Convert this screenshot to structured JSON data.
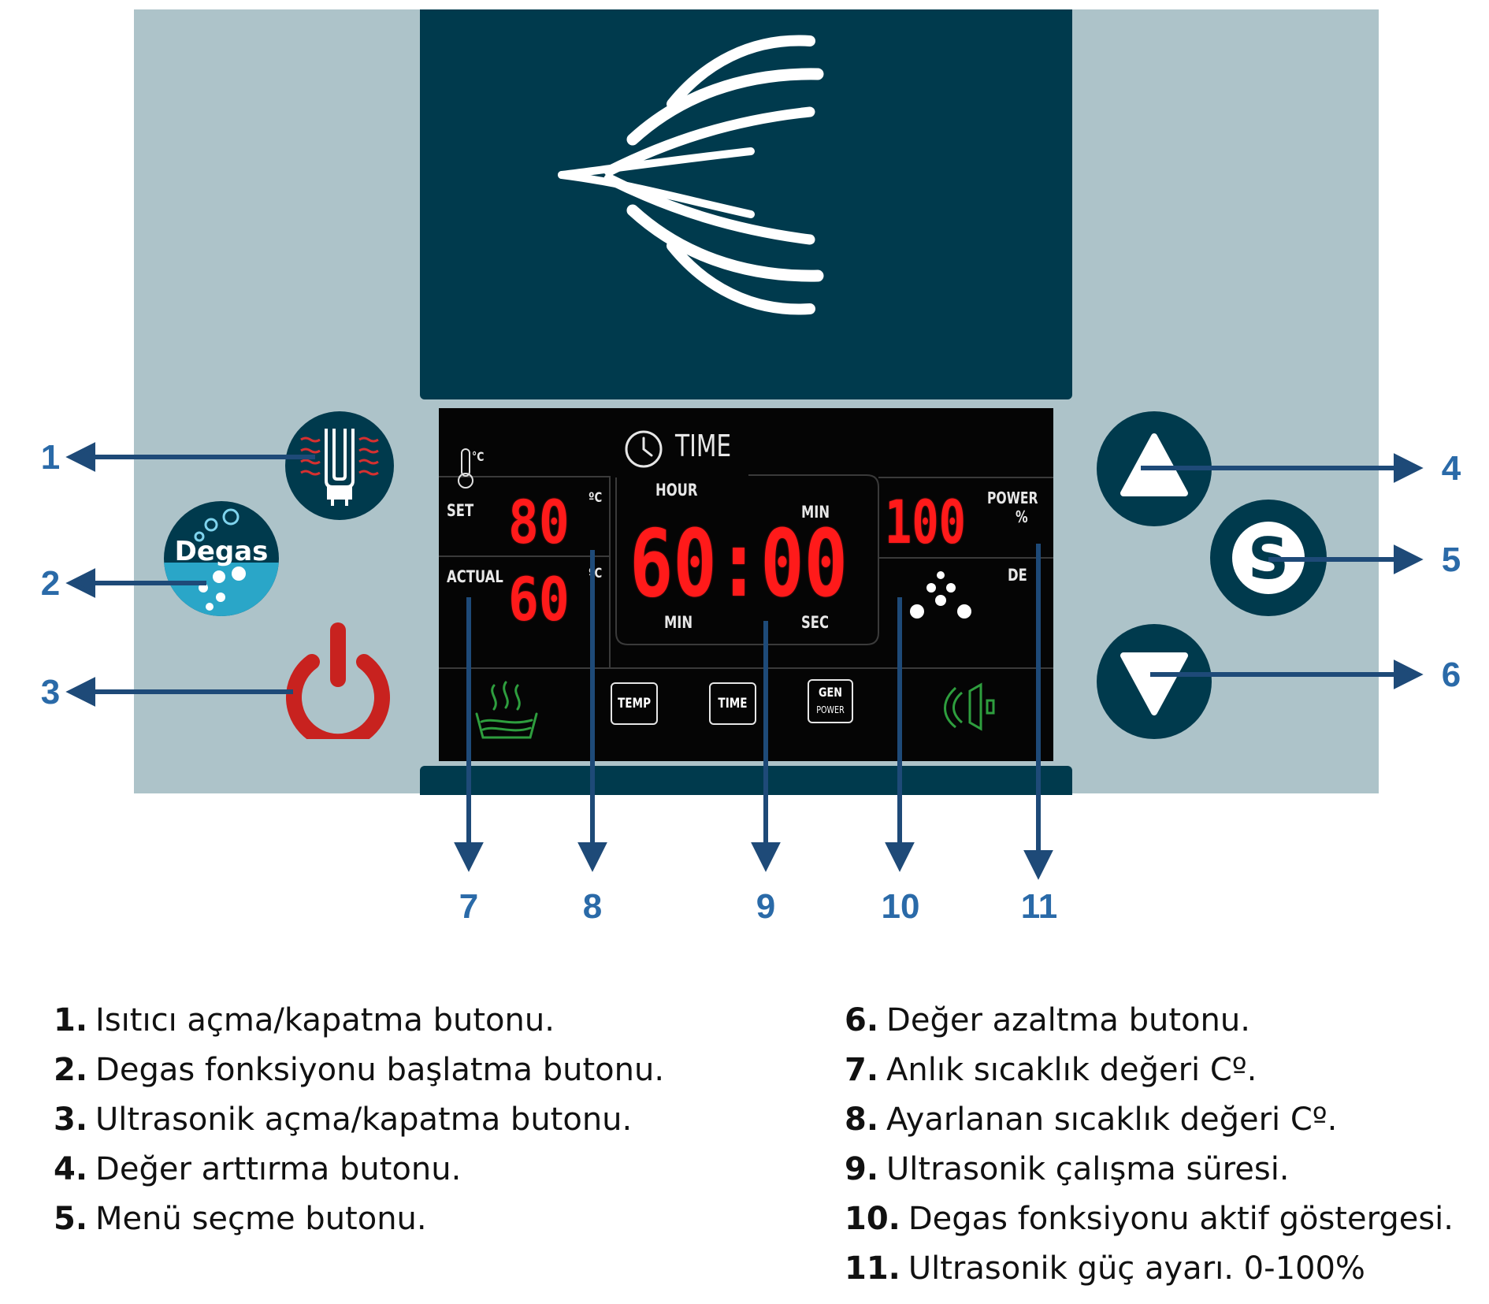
{
  "display": {
    "time_title": "TIME",
    "set_label": "SET",
    "actual_label": "ACTUAL",
    "set_unit": "ºC",
    "actual_unit": "ºC",
    "thermo_unit": "°C",
    "set_value": "80",
    "actual_value": "60",
    "time_value": "60:00",
    "time_top_left": "HOUR",
    "time_top_right": "MIN",
    "time_bottom_left": "MIN",
    "time_bottom_right": "SEC",
    "power_value": "100",
    "power_label": "POWER",
    "power_unit": "%",
    "degas_partial": "DE",
    "icon_temp": "TEMP",
    "icon_time": "TIME",
    "icon_gen_line1": "GEN",
    "icon_gen_line2": "POWER"
  },
  "buttons": {
    "degas_label": "Degas"
  },
  "callouts": [
    "1",
    "2",
    "3",
    "4",
    "5",
    "6",
    "7",
    "8",
    "9",
    "10",
    "11"
  ],
  "legend": {
    "left": [
      {
        "num": "1.",
        "text": "Isıtıcı açma/kapatma butonu."
      },
      {
        "num": "2.",
        "text": "Degas fonksiyonu başlatma butonu."
      },
      {
        "num": "3.",
        "text": "Ultrasonik açma/kapatma butonu."
      },
      {
        "num": "4.",
        "text": "Değer arttırma butonu."
      },
      {
        "num": "5.",
        "text": "Menü seçme butonu."
      }
    ],
    "right": [
      {
        "num": "6.",
        "text": "Değer azaltma butonu."
      },
      {
        "num": "7.",
        "text": "Anlık sıcaklık değeri Cº."
      },
      {
        "num": "8.",
        "text": "Ayarlanan sıcaklık değeri Cº."
      },
      {
        "num": "9.",
        "text": "Ultrasonik çalışma süresi."
      },
      {
        "num": "10.",
        "text": "Degas fonksiyonu aktif göstergesi."
      },
      {
        "num": "11.",
        "text": "Ultrasonik güç ayarı. 0-100%"
      }
    ]
  },
  "colors": {
    "panel": "#adc3c9",
    "dark_teal": "#003a4d",
    "segment_red": "#ff1a1a",
    "power_button_red": "#c8221f",
    "callout_blue": "#2a6aa8",
    "arrow_navy": "#1e4a78"
  }
}
